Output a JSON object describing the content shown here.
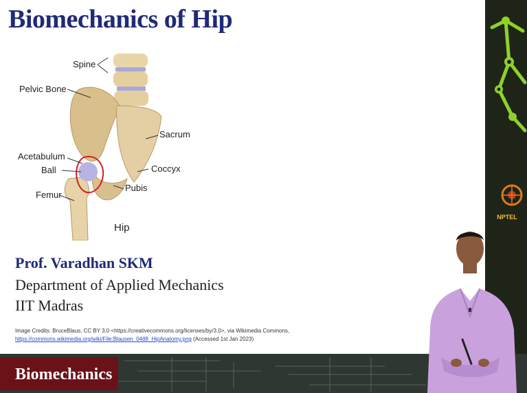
{
  "slide": {
    "title": "Biomechanics of Hip",
    "labels": {
      "spine": "Spine",
      "pelvic_bone": "Pelvic Bone",
      "sacrum": "Sacrum",
      "acetabulum": "Acetabulum",
      "ball": "Ball",
      "coccyx": "Coccyx",
      "pubis": "Pubis",
      "femur": "Femur",
      "hip": "Hip"
    },
    "presenter_name": "Prof. Varadhan SKM",
    "department": "Department of Applied Mechanics",
    "institute": "IIT Madras",
    "credits_line1": "Image Credits: BruceBlaus, CC BY 3.0 <https://creativecommons.org/licenses/by/3.0>, via Wikimedia Commons,",
    "credits_link": "https://commons.wikimedia.org/wiki/File:Blausen_0488_HipAnatomy.png",
    "credits_accessed": " (Accessed 1st Jan 2023)"
  },
  "branding": {
    "course_label": "Biomechanics",
    "nptel_label": "NPTEL"
  },
  "colors": {
    "title": "#1f2a78",
    "course_band": "#6a1218",
    "accent_green": "#8ed12a"
  }
}
